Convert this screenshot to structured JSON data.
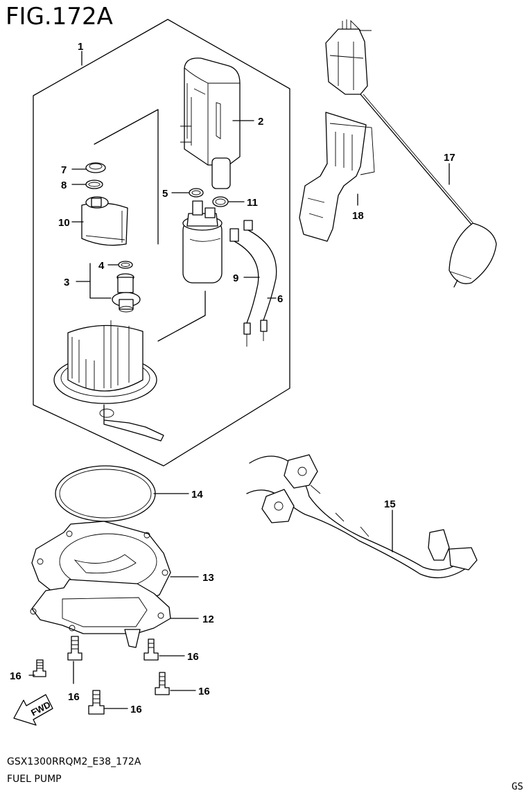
{
  "figure": {
    "title": "FIG.172A",
    "model_code": "GSX1300RRQM2_E38_172A",
    "name": "FUEL PUMP",
    "region": "GS"
  },
  "fwd_arrow": {
    "label": "FWD"
  },
  "callouts": [
    {
      "id": "c1",
      "text": "1"
    },
    {
      "id": "c2",
      "text": "2"
    },
    {
      "id": "c3",
      "text": "3"
    },
    {
      "id": "c4",
      "text": "4"
    },
    {
      "id": "c5",
      "text": "5"
    },
    {
      "id": "c6",
      "text": "6"
    },
    {
      "id": "c7",
      "text": "7"
    },
    {
      "id": "c8",
      "text": "8"
    },
    {
      "id": "c9",
      "text": "9"
    },
    {
      "id": "c10",
      "text": "10"
    },
    {
      "id": "c11",
      "text": "11"
    },
    {
      "id": "c12",
      "text": "12"
    },
    {
      "id": "c13",
      "text": "13"
    },
    {
      "id": "c14",
      "text": "14"
    },
    {
      "id": "c15",
      "text": "15"
    },
    {
      "id": "c16a",
      "text": "16"
    },
    {
      "id": "c16b",
      "text": "16"
    },
    {
      "id": "c16c",
      "text": "16"
    },
    {
      "id": "c16d",
      "text": "16"
    },
    {
      "id": "c16e",
      "text": "16"
    },
    {
      "id": "c17",
      "text": "17"
    },
    {
      "id": "c18",
      "text": "18"
    }
  ]
}
